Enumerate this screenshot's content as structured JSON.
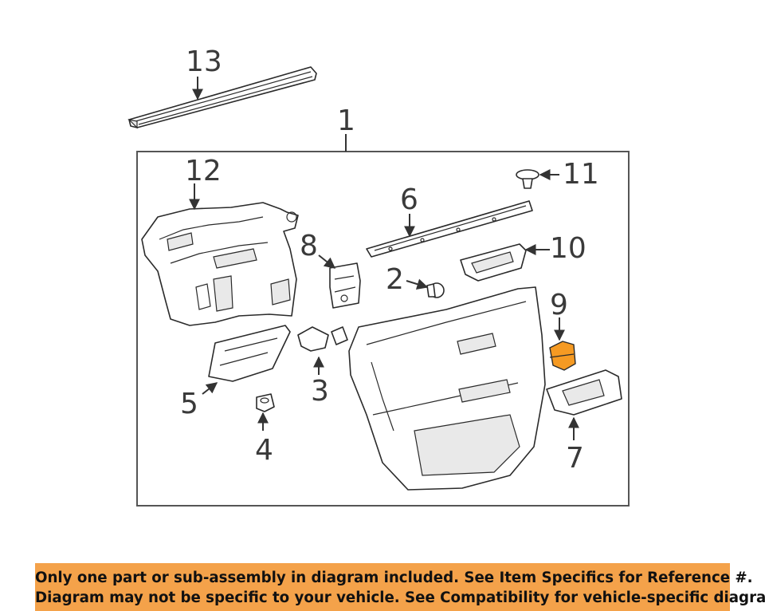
{
  "callouts": {
    "c1": "1",
    "c2": "2",
    "c3": "3",
    "c4": "4",
    "c5": "5",
    "c6": "6",
    "c7": "7",
    "c8": "8",
    "c9": "9",
    "c10": "10",
    "c11": "11",
    "c12": "12",
    "c13": "13"
  },
  "highlight": {
    "part_number": "9",
    "color": "#f59a23"
  },
  "disclaimer": {
    "line1": "Only one part or sub-assembly in diagram included. See Item Specifics for Reference #.",
    "line2": "Diagram may not be specific to your vehicle. See Compatibility for vehicle-specific diagrams.",
    "background": "#f4a24a"
  }
}
